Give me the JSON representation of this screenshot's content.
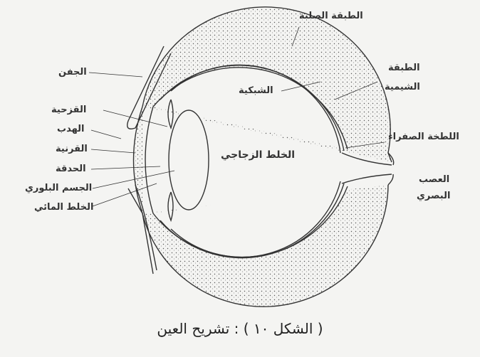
{
  "labels": {
    "sclera": "الطبقة الصلبة",
    "choroid_1": "الطبقة",
    "choroid_2": "الشيمية",
    "retina": "الشبكية",
    "macula": "اللطخة الصفراء",
    "optic_nerve_1": "العصب",
    "optic_nerve_2": "البصري",
    "vitreous": "الخلط الزجاجي",
    "eyelid": "الجفن",
    "iris": "القزحية",
    "eyelash": "الهدب",
    "cornea": "القرنية",
    "pupil": "الحدقة",
    "lens": "الجسم البلوري",
    "aqueous": "الخلط المائي"
  },
  "caption": "( الشكل ١٠ ) : تشريح العين"
}
